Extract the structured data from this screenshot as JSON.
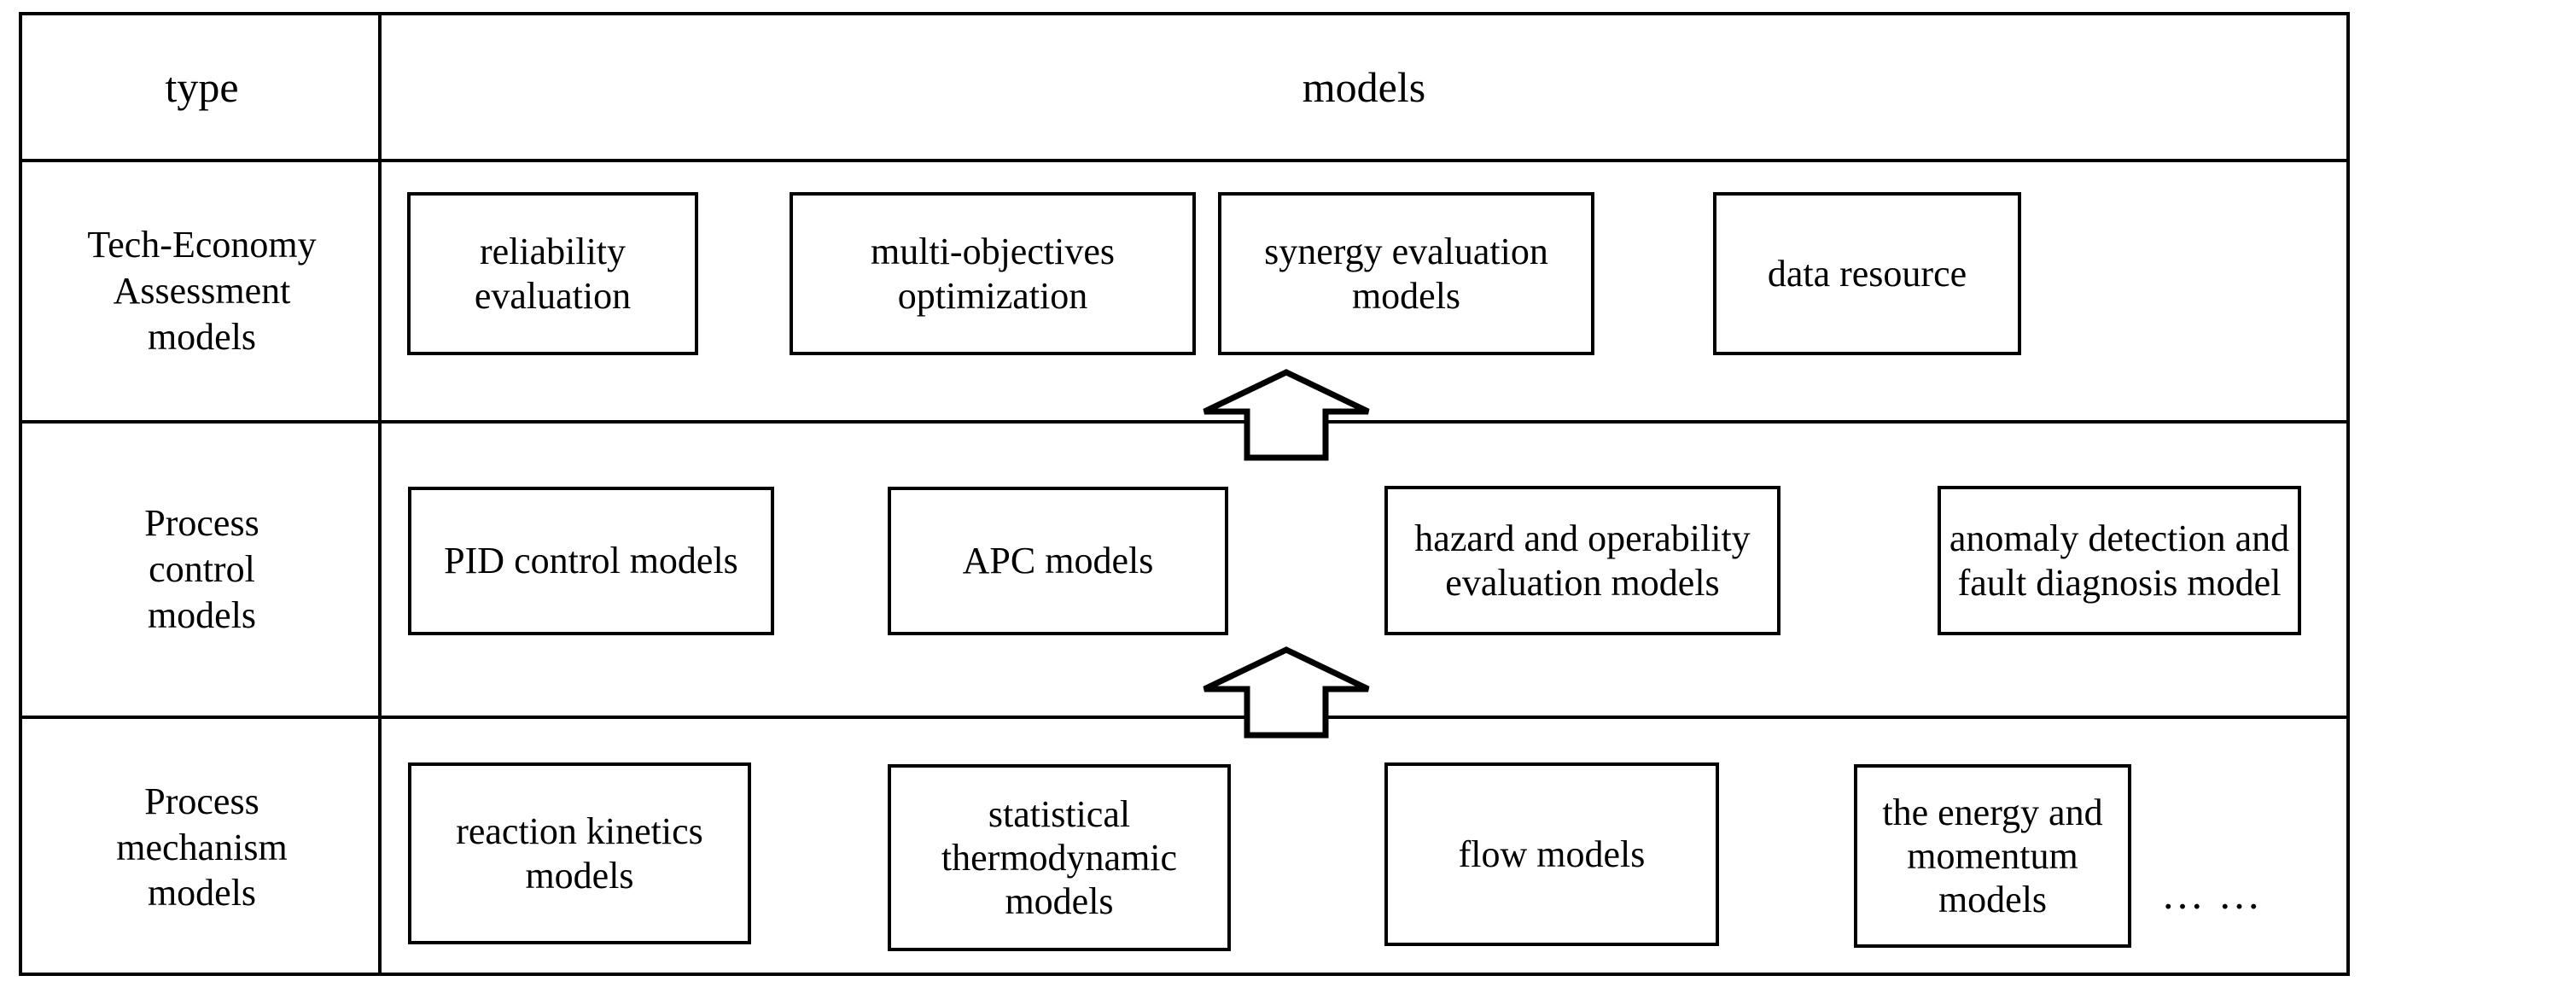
{
  "table": {
    "columns": [
      "type",
      "models"
    ],
    "header": {
      "type_label": "type",
      "models_label": "models"
    },
    "rows": [
      {
        "type": "Tech-Economy Assessment models",
        "type_lines": [
          "Tech-Economy",
          "Assessment",
          "models"
        ],
        "models": [
          {
            "label": "reliability evaluation",
            "lines": [
              "reliability",
              "evaluation"
            ]
          },
          {
            "label": "multi-objectives optimization",
            "lines": [
              "multi-objectives",
              "optimization"
            ]
          },
          {
            "label": "synergy evaluation models",
            "lines": [
              "synergy evaluation",
              "models"
            ]
          },
          {
            "label": "data resource",
            "lines": [
              "data resource"
            ]
          }
        ]
      },
      {
        "type": "Process control models",
        "type_lines": [
          "Process",
          "control",
          "models"
        ],
        "models": [
          {
            "label": "PID control models",
            "lines": [
              "PID control models"
            ]
          },
          {
            "label": "APC models",
            "lines": [
              "APC models"
            ]
          },
          {
            "label": "hazard and operability evaluation models",
            "lines": [
              "hazard and operability",
              "evaluation models"
            ]
          },
          {
            "label": "anomaly detection and fault diagnosis model",
            "lines": [
              "anomaly detection and",
              "fault diagnosis model"
            ]
          }
        ]
      },
      {
        "type": "Process mechanism models",
        "type_lines": [
          "Process",
          "mechanism",
          "models"
        ],
        "models": [
          {
            "label": "reaction kinetics models",
            "lines": [
              "reaction kinetics",
              "models"
            ]
          },
          {
            "label": "statistical thermodynamic models",
            "lines": [
              "statistical",
              "thermodynamic",
              "models"
            ]
          },
          {
            "label": "flow models",
            "lines": [
              "flow models"
            ]
          },
          {
            "label": "the energy and momentum models",
            "lines": [
              "the energy and",
              "momentum models"
            ]
          }
        ],
        "trailing_ellipsis": "… …"
      }
    ]
  },
  "arrows": [
    {
      "name": "arrow-mechanism-to-control",
      "direction": "up"
    },
    {
      "name": "arrow-control-to-assessment",
      "direction": "up"
    }
  ],
  "colors": {
    "line": "#000000",
    "background": "#ffffff",
    "text": "#000000"
  }
}
